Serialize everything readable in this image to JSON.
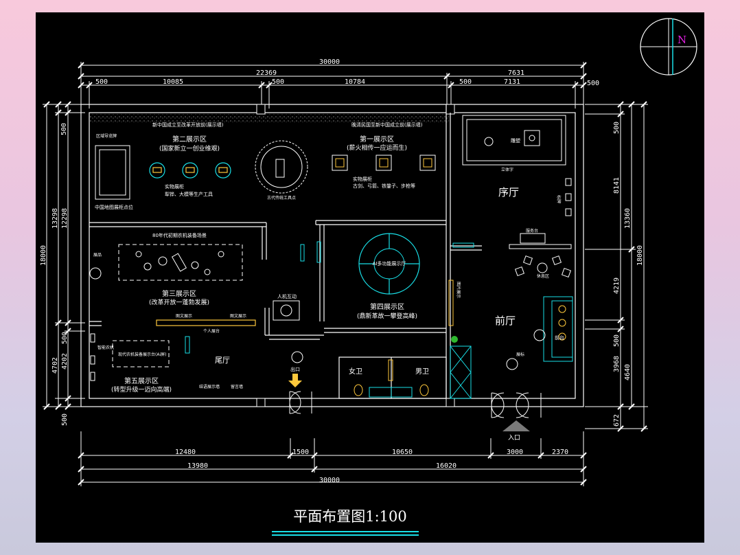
{
  "plan_title": "平面布置图1:100",
  "north": "N",
  "dims_top": {
    "overall": "30000",
    "seg_a": "22369",
    "seg_b": "7631",
    "row": [
      "500",
      "10085",
      "500",
      "10784",
      "500",
      "7131",
      "500"
    ]
  },
  "dims_bottom": {
    "row1": [
      "12480",
      "1500",
      "10650",
      "3000",
      "2370"
    ],
    "row2": [
      "13980",
      "16020"
    ],
    "overall": "30000"
  },
  "dims_left": [
    "500",
    "13298",
    "12298",
    "18000",
    "4702",
    "4202",
    "500",
    "500"
  ],
  "dims_right": [
    "500",
    "8141",
    "13360",
    "18000",
    "4219",
    "3968",
    "500",
    "4640",
    "672"
  ],
  "zones": {
    "zone2": {
      "title": "第二展示区",
      "subtitle": "(国家新立一创业维艰)"
    },
    "zone1": {
      "title": "第一展示区",
      "subtitle": "(薪火相传一应运而生)"
    },
    "zone3": {
      "title": "第三展示区",
      "subtitle": "(改革开放一蓬勃发展)"
    },
    "zone4": {
      "title": "第四展示区",
      "subtitle": "(鼎新革故一攀登高峰)"
    },
    "zone5": {
      "title": "第五展示区",
      "subtitle": "(转型升级一迈向高端)"
    },
    "xuting": "序厅",
    "qianting": "前厅",
    "weiting": "尾厅",
    "female_wc": "女卫",
    "male_wc": "男卫",
    "exit": "出口",
    "entrance": "入口"
  },
  "labels": {
    "wall_top_left": "新中国成立至改革开放前(展示墙)",
    "wall_top_right": "晚清民国至新中国成立前(展示墙)",
    "ledu": "区域导览牌",
    "map_cabinet": "中国地图展柜点位",
    "zone2_cabinet": "实物展柜",
    "zone2_items": "犁铧、大模等生产工具",
    "ancient_exhibit": "古代传统工具点",
    "zone1_cabinet": "实物展柜",
    "zone1_items": "古剑、弓箭、铁鍪子、步枪等",
    "xuting_wall": "立体字",
    "sculpture": "雕塑",
    "eighties": "80年代初期农机装备场景",
    "zone3_mach": "展品",
    "display_wall_1": "图文展示",
    "display_wall_2": "图文展示",
    "personal_case": "个人展台",
    "human_machine": "人机互动",
    "multimedia": "AI多功能展示厅",
    "zone5_mid": "现代农机装备展示台(Ai屏)",
    "zone5_side": "智能农机",
    "weiting_1": "结语展示墙",
    "weiting_2": "留言墙",
    "front_service": "服务台",
    "rest_area": "休息区",
    "front_desk": "前台",
    "plant": "绿植",
    "lobby_sign": "展标",
    "small_sign": "标牌",
    "guide_vertical": "图片展示"
  }
}
